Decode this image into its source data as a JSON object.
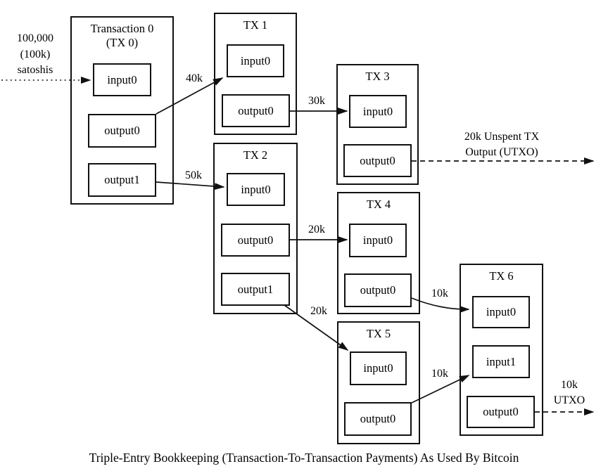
{
  "colors": {
    "ink": "#111111",
    "background": "#ffffff"
  },
  "caption": "Triple-Entry Bookkeeping (Transaction-To-Transaction Payments) As Used By Bitcoin",
  "source_label": "100,000\n(100k)\nsatoshis",
  "transactions": [
    {
      "key": "tx0",
      "title": "Transaction 0\n(TX 0)",
      "slots": [
        "input0",
        "output0",
        "output1"
      ]
    },
    {
      "key": "tx1",
      "title": "TX 1",
      "slots": [
        "input0",
        "output0"
      ]
    },
    {
      "key": "tx2",
      "title": "TX 2",
      "slots": [
        "input0",
        "output0",
        "output1"
      ]
    },
    {
      "key": "tx3",
      "title": "TX 3",
      "slots": [
        "input0",
        "output0"
      ]
    },
    {
      "key": "tx4",
      "title": "TX 4",
      "slots": [
        "input0",
        "output0"
      ]
    },
    {
      "key": "tx5",
      "title": "TX 5",
      "slots": [
        "input0",
        "output0"
      ]
    },
    {
      "key": "tx6",
      "title": "TX 6",
      "slots": [
        "input0",
        "input1",
        "output0"
      ]
    }
  ],
  "flow_labels": {
    "tx0_to_tx1": "40k",
    "tx0_to_tx2": "50k",
    "tx1_to_tx3": "30k",
    "tx2_to_tx4": "20k",
    "tx2_to_tx5": "20k",
    "tx4_to_tx6": "10k",
    "tx5_to_tx6": "10k",
    "tx3_utxo": "20k Unspent TX\nOutput (UTXO)",
    "tx6_utxo": "10k\nUTXO"
  }
}
